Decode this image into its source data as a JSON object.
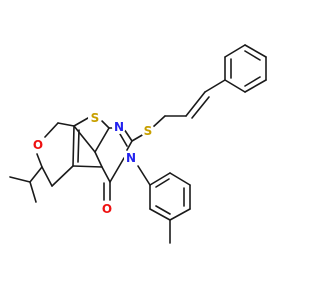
{
  "molecule": {
    "atoms": {
      "S_ring": {
        "symbol": "S",
        "color": "#c8a000"
      },
      "S_chain": {
        "symbol": "S",
        "color": "#c8a000"
      },
      "N_top": {
        "symbol": "N",
        "color": "#2222ee"
      },
      "N_sub": {
        "symbol": "N",
        "color": "#2222ee"
      },
      "O_ring": {
        "symbol": "O",
        "color": "#ee1111"
      },
      "O_keto": {
        "symbol": "O",
        "color": "#ee1111"
      }
    },
    "bond_color": "#1a1a1a"
  }
}
